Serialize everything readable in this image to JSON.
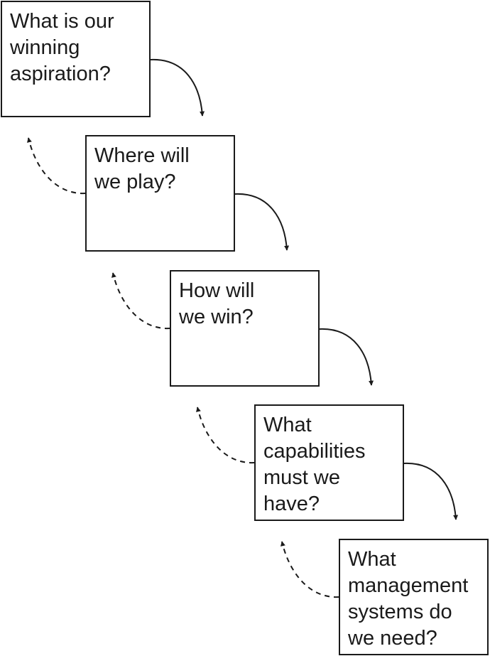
{
  "steps": [
    {
      "lines": [
        "What is our",
        "winning",
        "aspiration?"
      ]
    },
    {
      "lines": [
        "Where will",
        "we play?"
      ]
    },
    {
      "lines": [
        "How will",
        "we win?"
      ]
    },
    {
      "lines": [
        "What",
        "capabilities",
        "must we",
        "have?"
      ]
    },
    {
      "lines": [
        "What",
        "management",
        "systems do",
        "we need?"
      ]
    }
  ],
  "colors": {
    "stroke": "#1a1a1a",
    "background": "#ffffff"
  }
}
